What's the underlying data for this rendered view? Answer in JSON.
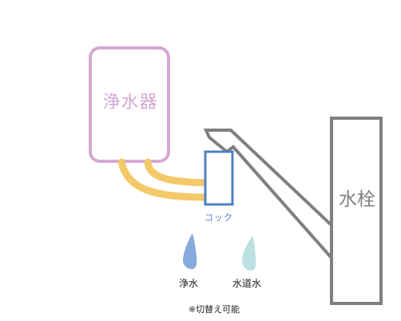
{
  "labels": {
    "purifier": "浄水器",
    "faucet": "水栓",
    "cock": "コック",
    "purified_water": "浄水",
    "tap_water": "水道水",
    "note": "※切替え可能"
  },
  "colors": {
    "purifier": "#d4a8d2",
    "faucet": "#808080",
    "hose": "#f4c96a",
    "cock": "#4f80c3",
    "purified_drop": "#85abdd",
    "tap_drop": "#bde1e2",
    "text": "#222222"
  }
}
